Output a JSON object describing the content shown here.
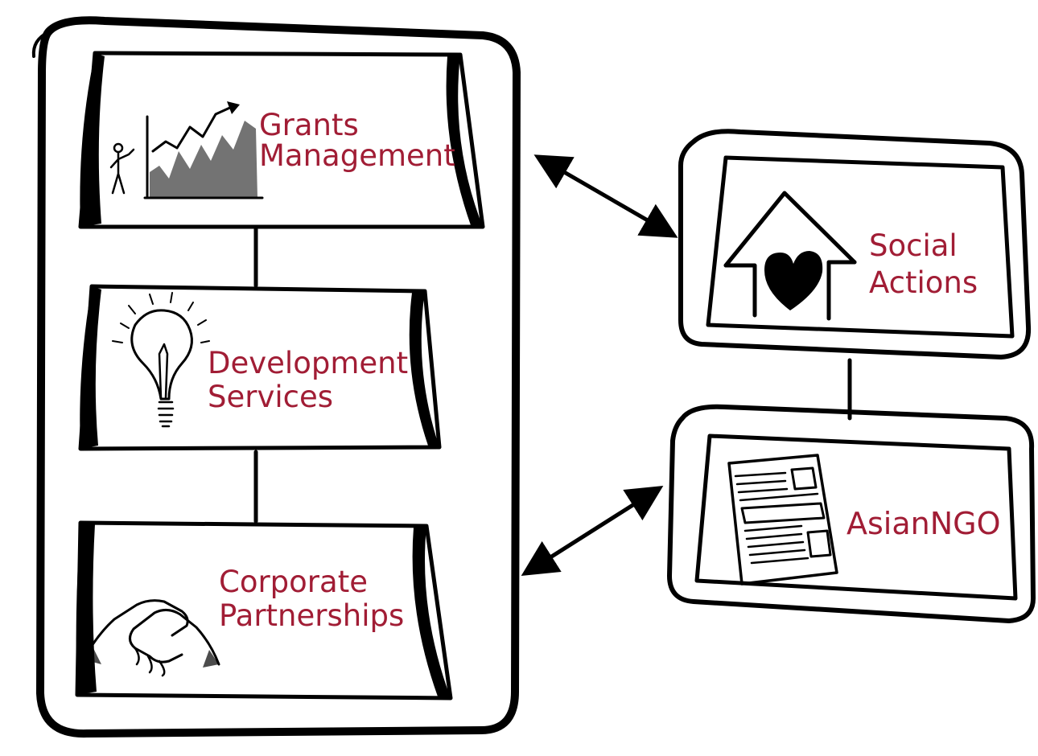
{
  "colors": {
    "ink": "#000000",
    "label": "#a11d35",
    "background": "#ffffff"
  },
  "left_group": {
    "boxes": [
      {
        "id": "grants",
        "line1": "Grants",
        "line2": "Management",
        "icon": "growth-chart-icon"
      },
      {
        "id": "development",
        "line1": "Development",
        "line2": "Services",
        "icon": "lightbulb-icon"
      },
      {
        "id": "corporate",
        "line1": "Corporate",
        "line2": "Partnerships",
        "icon": "handshake-icon"
      }
    ]
  },
  "right_group": {
    "boxes": [
      {
        "id": "social",
        "line1": "Social",
        "line2": "Actions",
        "icon": "house-heart-icon"
      },
      {
        "id": "asianngo",
        "line1": "AsianNGO",
        "icon": "newspaper-icon"
      }
    ]
  },
  "connections": [
    {
      "from": "grants",
      "to": "social",
      "style": "double-arrow"
    },
    {
      "from": "corporate",
      "to": "asianngo",
      "style": "double-arrow"
    },
    {
      "from": "grants",
      "to": "development",
      "style": "line"
    },
    {
      "from": "development",
      "to": "corporate",
      "style": "line"
    },
    {
      "from": "social",
      "to": "asianngo",
      "style": "line"
    }
  ]
}
